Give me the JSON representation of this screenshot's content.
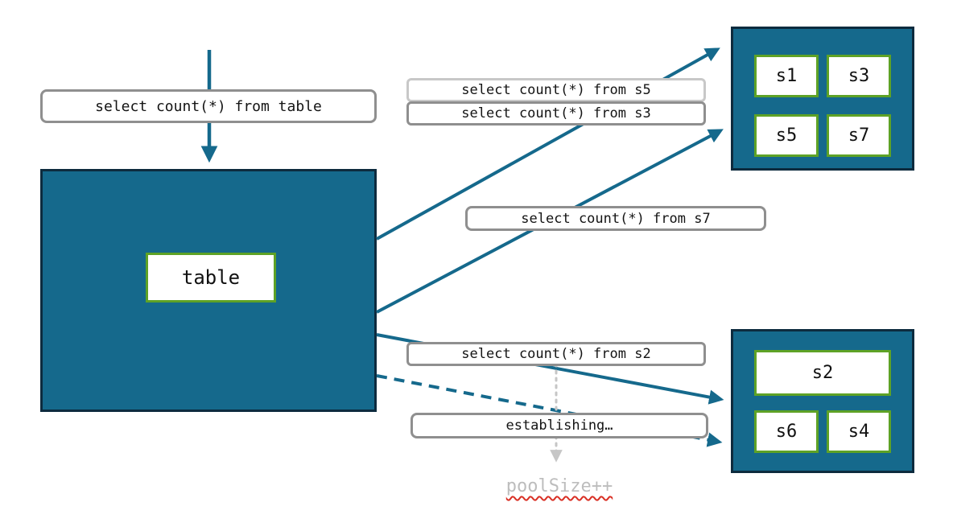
{
  "diagram": {
    "labels": {
      "query_table": "select count(*) from table",
      "query_s5": "select count(*) from s5",
      "query_s3": "select count(*) from s3",
      "query_s7": "select count(*) from s7",
      "query_s2": "select count(*) from s2",
      "establishing": "establishing…",
      "poolsize": "poolSize++",
      "table": "table"
    },
    "pool_top": {
      "shards": [
        "s1",
        "s3",
        "s5",
        "s7"
      ]
    },
    "pool_bottom": {
      "shards": [
        "s2",
        "s6",
        "s4"
      ]
    },
    "colors": {
      "teal_fill": "#15698C",
      "teal_arrow": "#15698C",
      "dark_border": "#0D2B3E",
      "green_border": "#5EA226",
      "gray_border": "#8F8F8F",
      "gray_border_light": "#C8C8C8",
      "gray_text": "#BDBDBD",
      "squiggle_red": "#D93025"
    }
  }
}
